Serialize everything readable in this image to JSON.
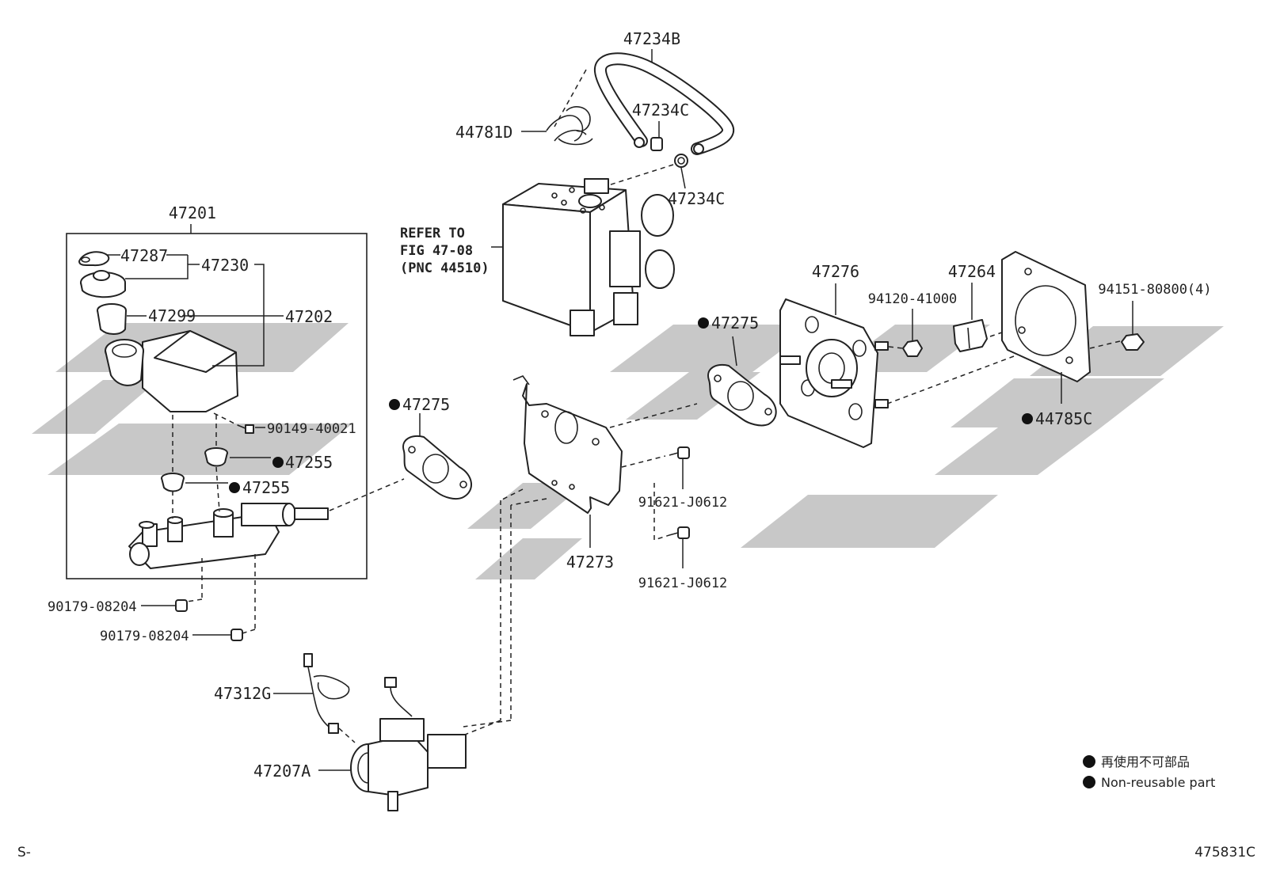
{
  "labels": {
    "p47234B": "47234B",
    "p47234C_top": "47234C",
    "p44781D": "44781D",
    "p47234C_mid": "47234C",
    "p47201": "47201",
    "p47287": "47287",
    "p47230": "47230",
    "p47299": "47299",
    "p47202": "47202",
    "p90149": "90149-40021",
    "p47255_a": "47255",
    "p47255_b": "47255",
    "p47275_left": "47275",
    "p47275_right": "47275",
    "p47276": "47276",
    "p94120": "94120-41000",
    "p47264": "47264",
    "p94151": "94151-80800(4)",
    "p44785C": "44785C",
    "p91621_a": "91621-J0612",
    "p91621_b": "91621-J0612",
    "p47273": "47273",
    "p90179_a": "90179-08204",
    "p90179_b": "90179-08204",
    "p47312G": "47312G",
    "p47207A": "47207A",
    "refer_l1": "REFER TO",
    "refer_l2": "FIG 47-08",
    "refer_l3": "(PNC 44510)"
  },
  "legend": {
    "line_jp": "再使用不可部品",
    "line_en": "Non-reusable part"
  },
  "corner": {
    "left": "S-",
    "right": "475831C"
  },
  "colors": {
    "ink": "#222222",
    "watermark": "#c8c8c8",
    "background": "#ffffff"
  }
}
